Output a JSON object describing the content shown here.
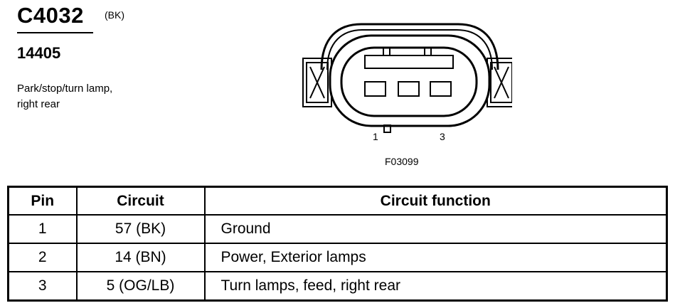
{
  "connector": {
    "id": "C4032",
    "color_code": "(BK)",
    "part_number": "14405",
    "description_lines": [
      "Park/stop/turn lamp,",
      "right rear"
    ]
  },
  "diagram": {
    "pin_labels": [
      "1",
      "3"
    ],
    "figure_number": "F03099"
  },
  "table": {
    "headers": {
      "pin": "Pin",
      "circuit": "Circuit",
      "function": "Circuit function"
    },
    "rows": [
      {
        "pin": "1",
        "circuit": "57 (BK)",
        "function": "Ground"
      },
      {
        "pin": "2",
        "circuit": "14 (BN)",
        "function": "Power, Exterior lamps"
      },
      {
        "pin": "3",
        "circuit": "5 (OG/LB)",
        "function": "Turn lamps, feed, right rear"
      }
    ]
  }
}
